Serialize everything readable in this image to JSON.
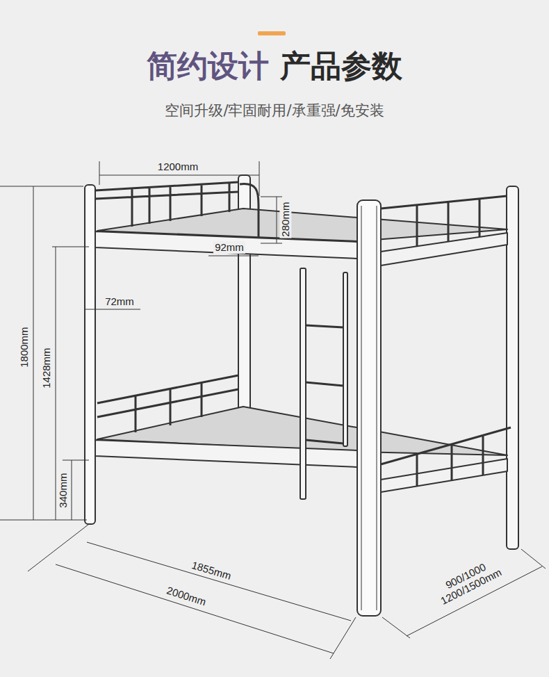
{
  "diagram": {
    "title": "简约设计 产品参数",
    "caption": "空间升级/牢固耐用/承重强/免安装",
    "labels": [
      "1200mm",
      "280mm",
      "92mm",
      "72mm",
      "1800mm",
      "1428mm",
      "340mm",
      "1855mm",
      "2000mm",
      "900/1000 1200/1500mm"
    ]
  }
}
